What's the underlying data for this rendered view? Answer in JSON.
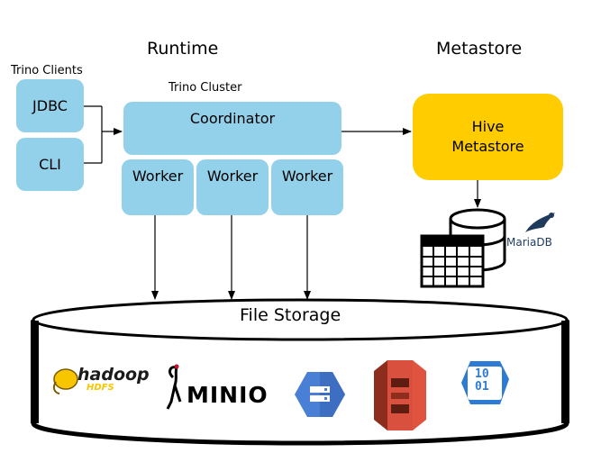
{
  "headings": {
    "runtime": "Runtime",
    "metastore": "Metastore"
  },
  "clients": {
    "title": "Trino Clients",
    "jdbc": "JDBC",
    "cli": "CLI"
  },
  "cluster": {
    "title": "Trino Cluster",
    "coordinator": "Coordinator",
    "worker1": "Worker",
    "worker2": "Worker",
    "worker3": "Worker"
  },
  "metastore": {
    "line1": "Hive",
    "line2": "Metastore",
    "db_logo_text": "MariaDB"
  },
  "storage": {
    "label": "File Storage",
    "hadoop_logo": "hadoop",
    "hadoop_sub": "HDFS",
    "minio_logo": "MINIO",
    "gcs_icon": "google-cloud-storage-icon",
    "s3_icon": "amazon-s3-icon",
    "azure_icon": "azure-blob-storage-icon",
    "azure_bits_top": "10",
    "azure_bits_bottom": "01"
  },
  "colors": {
    "box": "#93d0ea",
    "hive": "#ffcc00",
    "s3": "#d9503f",
    "gcs": "#4a7fd6",
    "azure": "#2d7bd4",
    "hadoop": "#f7c600"
  }
}
